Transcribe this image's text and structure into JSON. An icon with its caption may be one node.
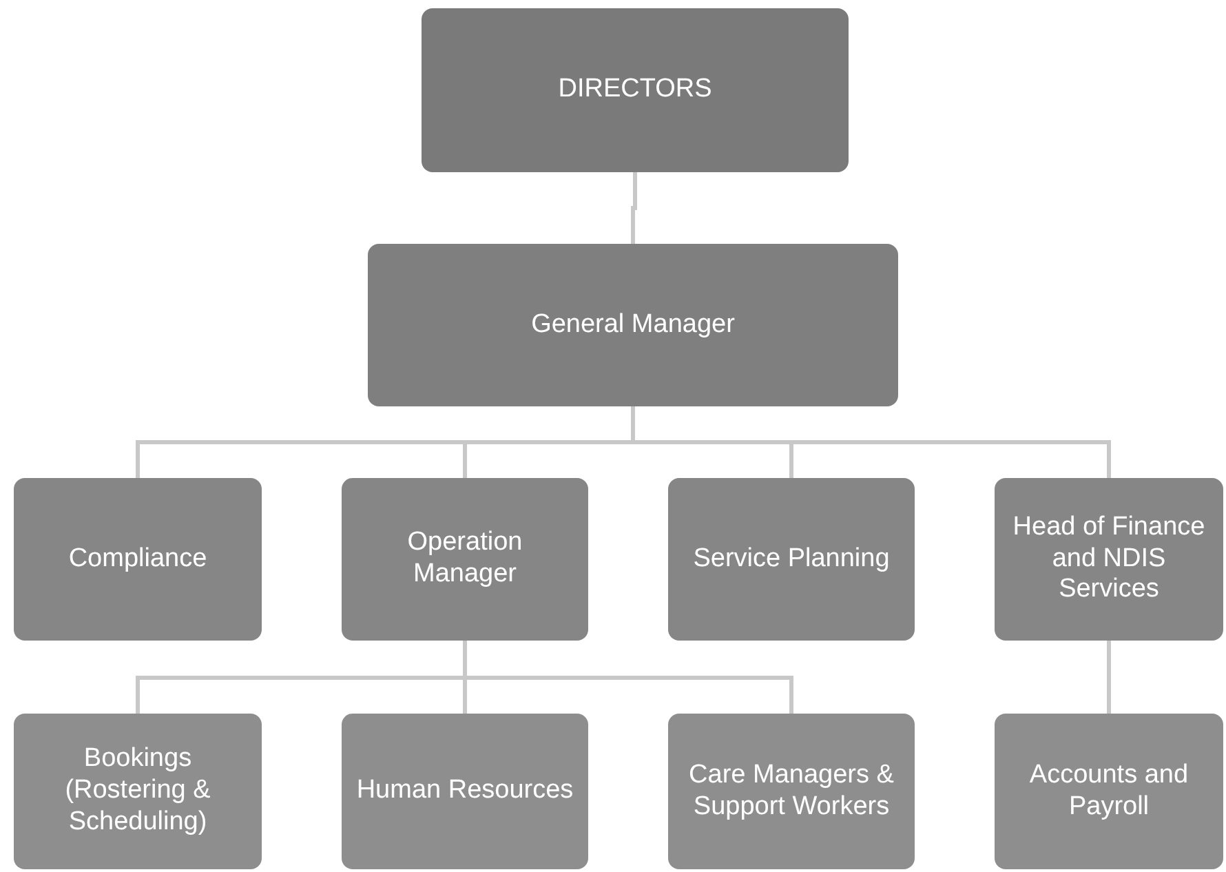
{
  "diagram": {
    "nodes": [
      {
        "text": [
          "DIRECTORS"
        ]
      },
      {
        "text": [
          "General Manager"
        ]
      },
      {
        "text": [
          "Compliance"
        ]
      },
      {
        "text": [
          "Operation Manager"
        ]
      },
      {
        "text": [
          "Service Planning"
        ]
      },
      {
        "text": [
          "Head of Finance and NDIS Services"
        ]
      },
      {
        "text": [
          "Bookings (Rostering & Scheduling)"
        ]
      },
      {
        "text": [
          "Human Resources"
        ]
      },
      {
        "text": [
          "Care Managers & Support Workers"
        ]
      },
      {
        "text": [
          "Accounts and Payroll"
        ]
      }
    ],
    "edges": [
      {
        "from": 0,
        "to": 1,
        "arrow": "none"
      },
      {
        "from": 1,
        "to": 2,
        "arrow": "none"
      },
      {
        "from": 1,
        "to": 3,
        "arrow": "none"
      },
      {
        "from": 1,
        "to": 4,
        "arrow": "none"
      },
      {
        "from": 1,
        "to": 5,
        "arrow": "none"
      },
      {
        "from": 3,
        "to": 6,
        "arrow": "none"
      },
      {
        "from": 3,
        "to": 7,
        "arrow": "none"
      },
      {
        "from": 3,
        "to": 8,
        "arrow": "none"
      },
      {
        "from": 5,
        "to": 9,
        "arrow": "none"
      }
    ]
  }
}
